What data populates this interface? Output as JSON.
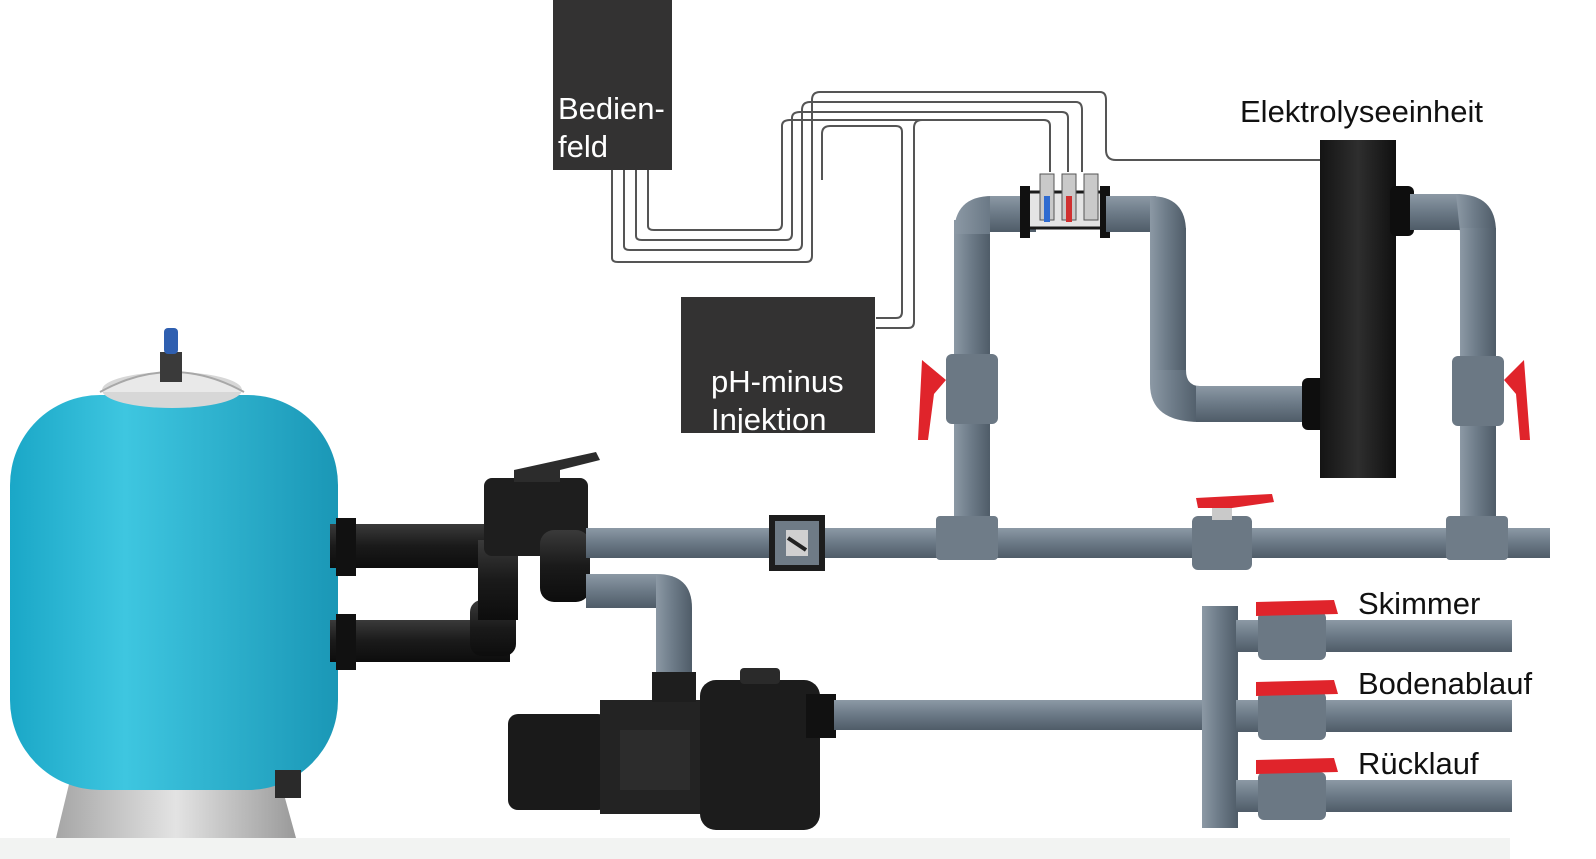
{
  "diagram": {
    "labels": {
      "control_panel": "Bedien-\nfeld",
      "ph_injection": "pH-minus\nInjektion",
      "electrolysis_unit": "Elektrolyseeinheit",
      "skimmer": "Skimmer",
      "floor_drain": "Bodenablauf",
      "return_line": "Rücklauf"
    },
    "colors": {
      "pipe_grey": "#6e7c89",
      "pipe_dark": "#4f5c68",
      "filter_tank": "#27b6d4",
      "box_fill": "#333232",
      "valve_handle": "#e0242b",
      "pump_black": "#1c1c1c",
      "electrolysis_cell": "#1e1e1e",
      "wire": "#555555"
    },
    "icons": [
      "sand-filter-tank",
      "multiport-valve",
      "pump",
      "ball-valve",
      "check-valve",
      "electrolysis-cell",
      "sensor-manifold"
    ]
  }
}
